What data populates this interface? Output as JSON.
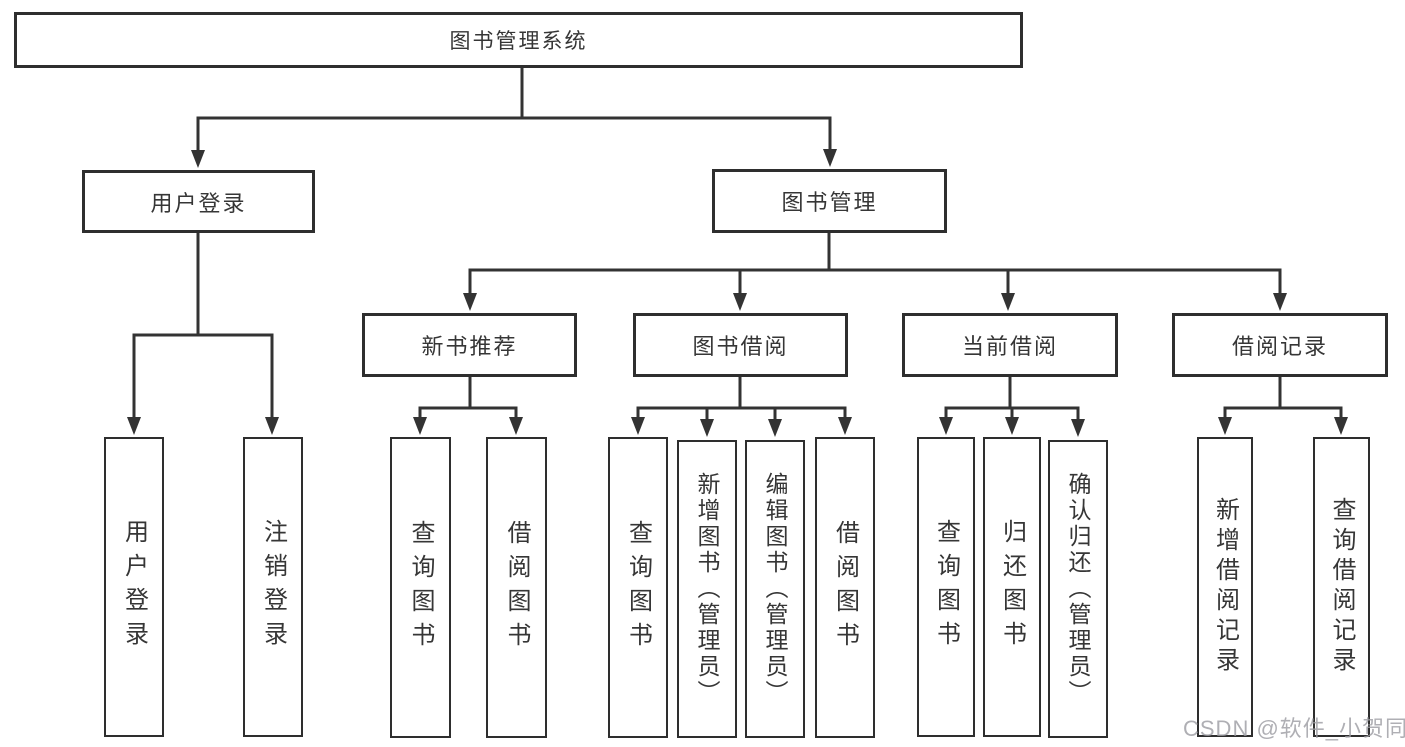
{
  "diagram": {
    "root": {
      "label": "图书管理系统"
    },
    "level2": {
      "user_login": {
        "label": "用户登录"
      },
      "book_mgmt": {
        "label": "图书管理"
      }
    },
    "level3": {
      "new_book_rec": {
        "label": "新书推荐"
      },
      "book_borrow": {
        "label": "图书借阅"
      },
      "current_borrow": {
        "label": "当前借阅"
      },
      "borrow_record": {
        "label": "借阅记录"
      }
    },
    "leaves": {
      "user_login_leaf": {
        "label": "用户登录"
      },
      "logout": {
        "label": "注销登录"
      },
      "query_book_1": {
        "label": "查询图书"
      },
      "borrow_book_1": {
        "label": "借阅图书"
      },
      "query_book_2": {
        "label": "查询图书"
      },
      "add_book": {
        "label": "新增图书（管理员）"
      },
      "edit_book": {
        "label": "编辑图书（管理员）"
      },
      "borrow_book_2": {
        "label": "借阅图书"
      },
      "query_book_3": {
        "label": "查询图书"
      },
      "return_book": {
        "label": "归还图书"
      },
      "confirm_return": {
        "label": "确认归还（管理员）"
      },
      "add_borrow_record": {
        "label": "新增借阅记录"
      },
      "query_borrow_record": {
        "label": "查询借阅记录"
      }
    },
    "watermark": "CSDN @软件_小贺同学"
  },
  "colors": {
    "line": "#333333",
    "border": "#2e2e2e",
    "text": "#363636",
    "watermark": "#9c9ca2",
    "background": "#ffffff"
  }
}
